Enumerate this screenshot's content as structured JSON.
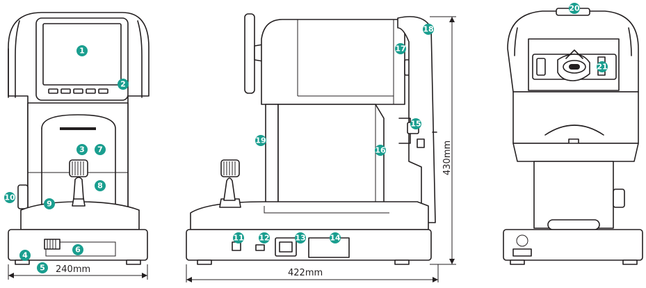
{
  "colors": {
    "line": "#231f20",
    "callout": "#1a9e8f",
    "callout_text": "#ffffff",
    "background": "#ffffff"
  },
  "callouts": [
    "1",
    "2",
    "3",
    "4",
    "5",
    "6",
    "7",
    "8",
    "9",
    "10",
    "11",
    "12",
    "13",
    "14",
    "15",
    "16",
    "17",
    "18",
    "19",
    "20",
    "21"
  ],
  "dimensions": {
    "front_width": "240mm",
    "side_depth": "422mm",
    "height": "430mm"
  }
}
